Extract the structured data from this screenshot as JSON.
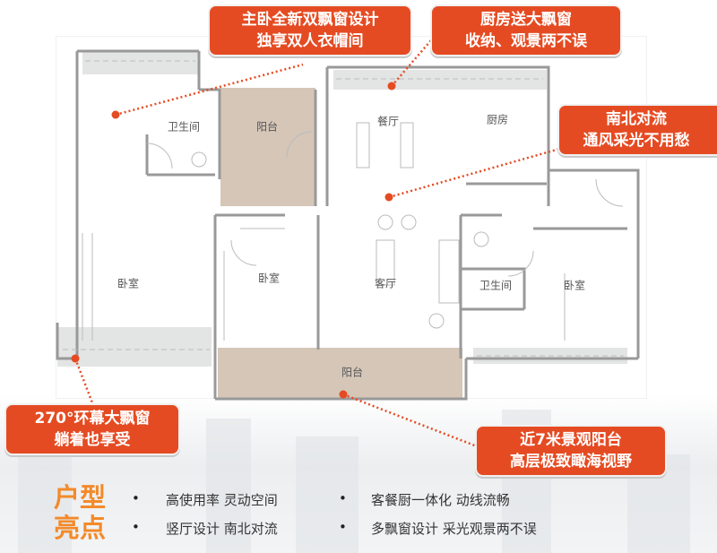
{
  "rooms": {
    "bath1": "卫生间",
    "balcony_top": "阳台",
    "dining": "餐厅",
    "kitchen": "厨房",
    "master_bed": "卧室",
    "bed2": "卧室",
    "living": "客厅",
    "bath2": "卫生间",
    "bed3": "卧室",
    "balcony_bottom": "阳台"
  },
  "callouts": [
    {
      "line1": "主卧全新双飘窗设计",
      "line2": "独享双人衣帽间"
    },
    {
      "line1": "厨房送大飘窗",
      "line2": "收纳、观景两不误"
    },
    {
      "line1": "南北对流",
      "line2": "通风采光不用愁"
    },
    {
      "line1": "270°环幕大飘窗",
      "line2": "躺着也享受"
    },
    {
      "line1": "近7米景观阳台",
      "line2": "高层极致瞰海视野"
    }
  ],
  "highlights": {
    "title1": "户型",
    "title2": "亮点",
    "bullet": "•",
    "items": [
      "高使用率 灵动空间",
      "客餐厨一体化 动线流畅",
      "竖厅设计 南北对流",
      "多飘窗设计 采光观景两不误"
    ]
  },
  "colors": {
    "accent": "#e54b22",
    "title": "#f38a2a",
    "balcony": "#d5c6b8",
    "window": "#e3e4e4"
  }
}
